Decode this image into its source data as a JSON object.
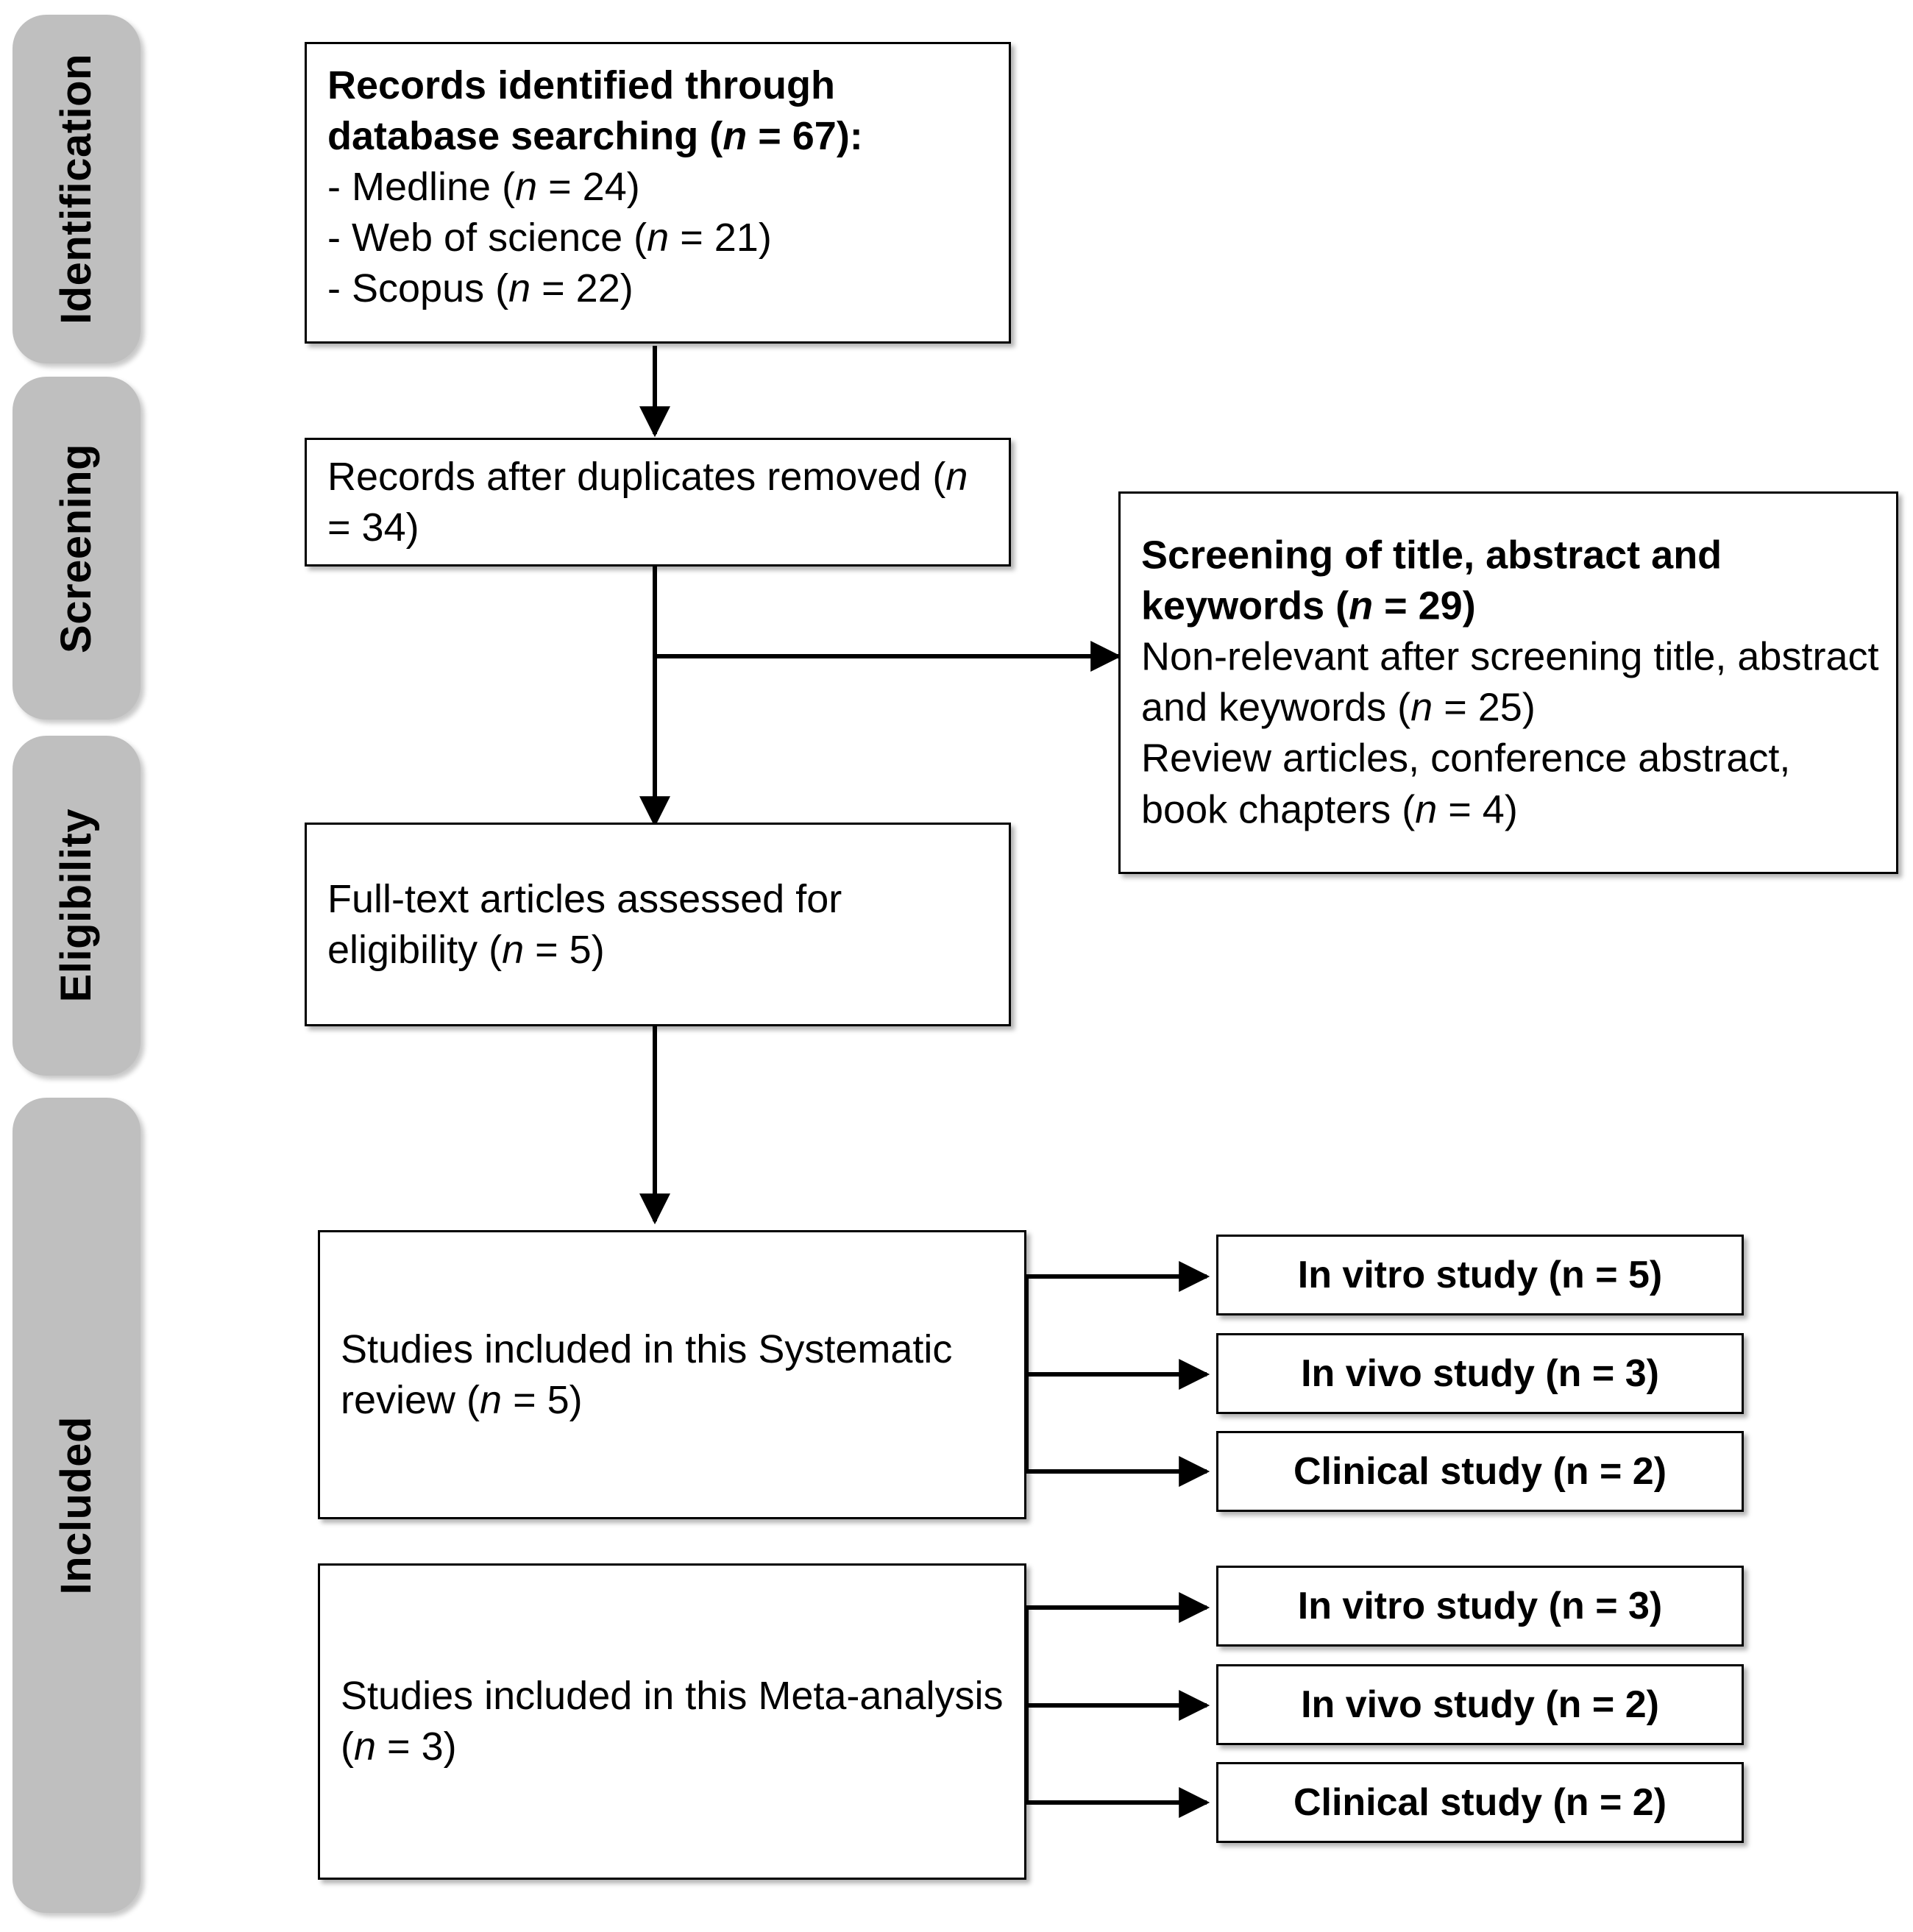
{
  "diagram": {
    "title": "PRISMA flow diagram of study selection",
    "type": "prisma-flow-diagram",
    "colors": {
      "stage_pill_fill": "#bfbfbf",
      "box_fill": "#ffffff",
      "stroke": "#000000"
    }
  },
  "stages": [
    {
      "id": "identification",
      "label": "Identification"
    },
    {
      "id": "screening",
      "label": "Screening"
    },
    {
      "id": "eligibility",
      "label": "Eligibility"
    },
    {
      "id": "included",
      "label": "Included"
    }
  ],
  "boxes": {
    "records_identified": {
      "heading": "Records identified through database searching (",
      "heading_n": "n",
      "heading_tail": " = 67):",
      "lines": [
        {
          "text": "- Medline (",
          "n": "n",
          "tail": " = 24)"
        },
        {
          "text": "- Web of science (",
          "n": "n",
          "tail": " = 21)"
        },
        {
          "text": "- Scopus (",
          "n": "n",
          "tail": " = 22)"
        }
      ]
    },
    "records_after_duplicates": {
      "heading": "Records after duplicates removed (",
      "heading_n": "n",
      "heading_tail": " = 34)"
    },
    "screening_exclusions": {
      "heading": "Screening of title, abstract and keywords (",
      "heading_n": "n",
      "heading_tail": " = 29)",
      "lines": [
        {
          "text": "Non-relevant after screening title, abstract and keywords (",
          "n": "n",
          "tail": " = 25)"
        },
        {
          "text": "Review articles, conference abstract, book chapters (",
          "n": "n",
          "tail": " = 4)"
        }
      ]
    },
    "full_text_assessed": {
      "heading": "Full-text articles assessed for eligibility (",
      "heading_n": "n",
      "heading_tail": " = 5)"
    },
    "included_systematic_review": {
      "heading": "Studies included in this Systematic review (",
      "heading_n": "n",
      "heading_tail": " = 5)"
    },
    "included_meta_analysis": {
      "heading": "Studies included in this Meta-analysis (",
      "heading_n": "n",
      "heading_tail": " = 3)"
    }
  },
  "systematic_review_breakdown": [
    {
      "id": "sr-in-vitro",
      "label": "In vitro study (n = 5)"
    },
    {
      "id": "sr-in-vivo",
      "label": "In vivo study (n = 3)"
    },
    {
      "id": "sr-clinical",
      "label": "Clinical study (n = 2)"
    }
  ],
  "meta_analysis_breakdown": [
    {
      "id": "ma-in-vitro",
      "label": "In vitro study (n = 3)"
    },
    {
      "id": "ma-in-vivo",
      "label": "In vivo study (n = 2)"
    },
    {
      "id": "ma-clinical",
      "label": "Clinical study (n = 2)"
    }
  ]
}
